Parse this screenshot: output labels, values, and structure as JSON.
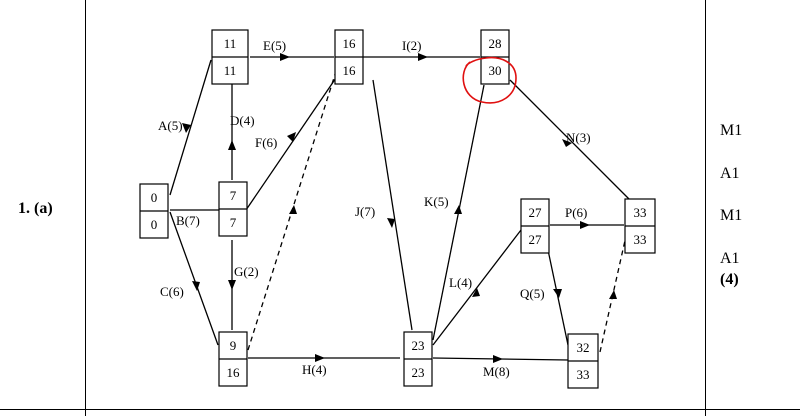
{
  "question": {
    "label": "1. (a)"
  },
  "marks": [
    "M1",
    "A1",
    "M1",
    "A1",
    "(4)"
  ],
  "nodes": [
    {
      "id": "n0",
      "early": "0",
      "late": "0"
    },
    {
      "id": "n1",
      "early": "11",
      "late": "11"
    },
    {
      "id": "n2",
      "early": "7",
      "late": "7"
    },
    {
      "id": "n3",
      "early": "9",
      "late": "16"
    },
    {
      "id": "n4",
      "early": "16",
      "late": "16"
    },
    {
      "id": "n5",
      "early": "28",
      "late": "30"
    },
    {
      "id": "n6",
      "early": "23",
      "late": "23"
    },
    {
      "id": "n7",
      "early": "27",
      "late": "27"
    },
    {
      "id": "n8",
      "early": "32",
      "late": "33"
    },
    {
      "id": "n9",
      "early": "33",
      "late": "33"
    }
  ],
  "activities": [
    {
      "id": "A",
      "label": "A(5)"
    },
    {
      "id": "B",
      "label": "B(7)"
    },
    {
      "id": "C",
      "label": "C(6)"
    },
    {
      "id": "D",
      "label": "D(4)"
    },
    {
      "id": "E",
      "label": "E(5)"
    },
    {
      "id": "F",
      "label": "F(6)"
    },
    {
      "id": "G",
      "label": "G(2)"
    },
    {
      "id": "H",
      "label": "H(4)"
    },
    {
      "id": "I",
      "label": "I(2)"
    },
    {
      "id": "J",
      "label": "J(7)"
    },
    {
      "id": "K",
      "label": "K(5)"
    },
    {
      "id": "L",
      "label": "L(4)"
    },
    {
      "id": "M",
      "label": "M(8)"
    },
    {
      "id": "N",
      "label": "N(3)"
    },
    {
      "id": "P",
      "label": "P(6)"
    },
    {
      "id": "Q",
      "label": "Q(5)"
    }
  ],
  "colors": {
    "annotation": "#e01010",
    "ink": "#000000"
  }
}
